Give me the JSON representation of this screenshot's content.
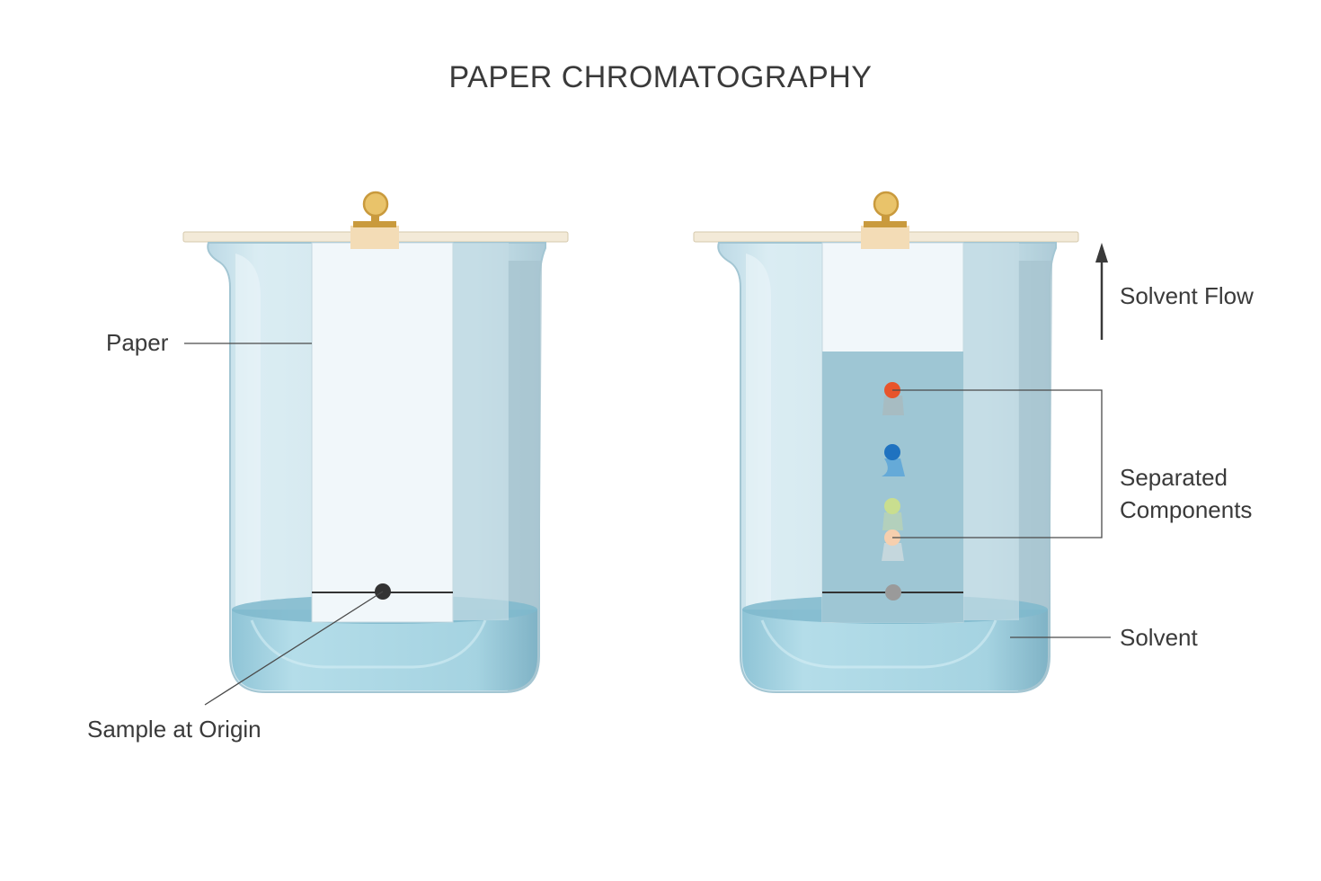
{
  "title": "PAPER CHROMATOGRAPHY",
  "labels": {
    "paper": "Paper",
    "sample_at_origin": "Sample at Origin",
    "solvent_flow": "Solvent Flow",
    "separated_components_line1": "Separated",
    "separated_components_line2": "Components",
    "solvent": "Solvent"
  },
  "colors": {
    "glass": "#c9e2ec",
    "glass_edge": "#9fc3d1",
    "solvent": "#a9d6e3",
    "paper": "#f1f7fa",
    "wet_paper": "#9ec6d4",
    "clip": "#d9a441",
    "sample_spot": "#333333",
    "spot_red": "#e8542b",
    "spot_blue": "#1f72c0",
    "spot_green": "#c9de8f",
    "spot_peach": "#f6cfae",
    "origin_spot_after": "#9a9a9a"
  },
  "icons": [
    "binder-clip-icon",
    "up-arrow-icon"
  ]
}
